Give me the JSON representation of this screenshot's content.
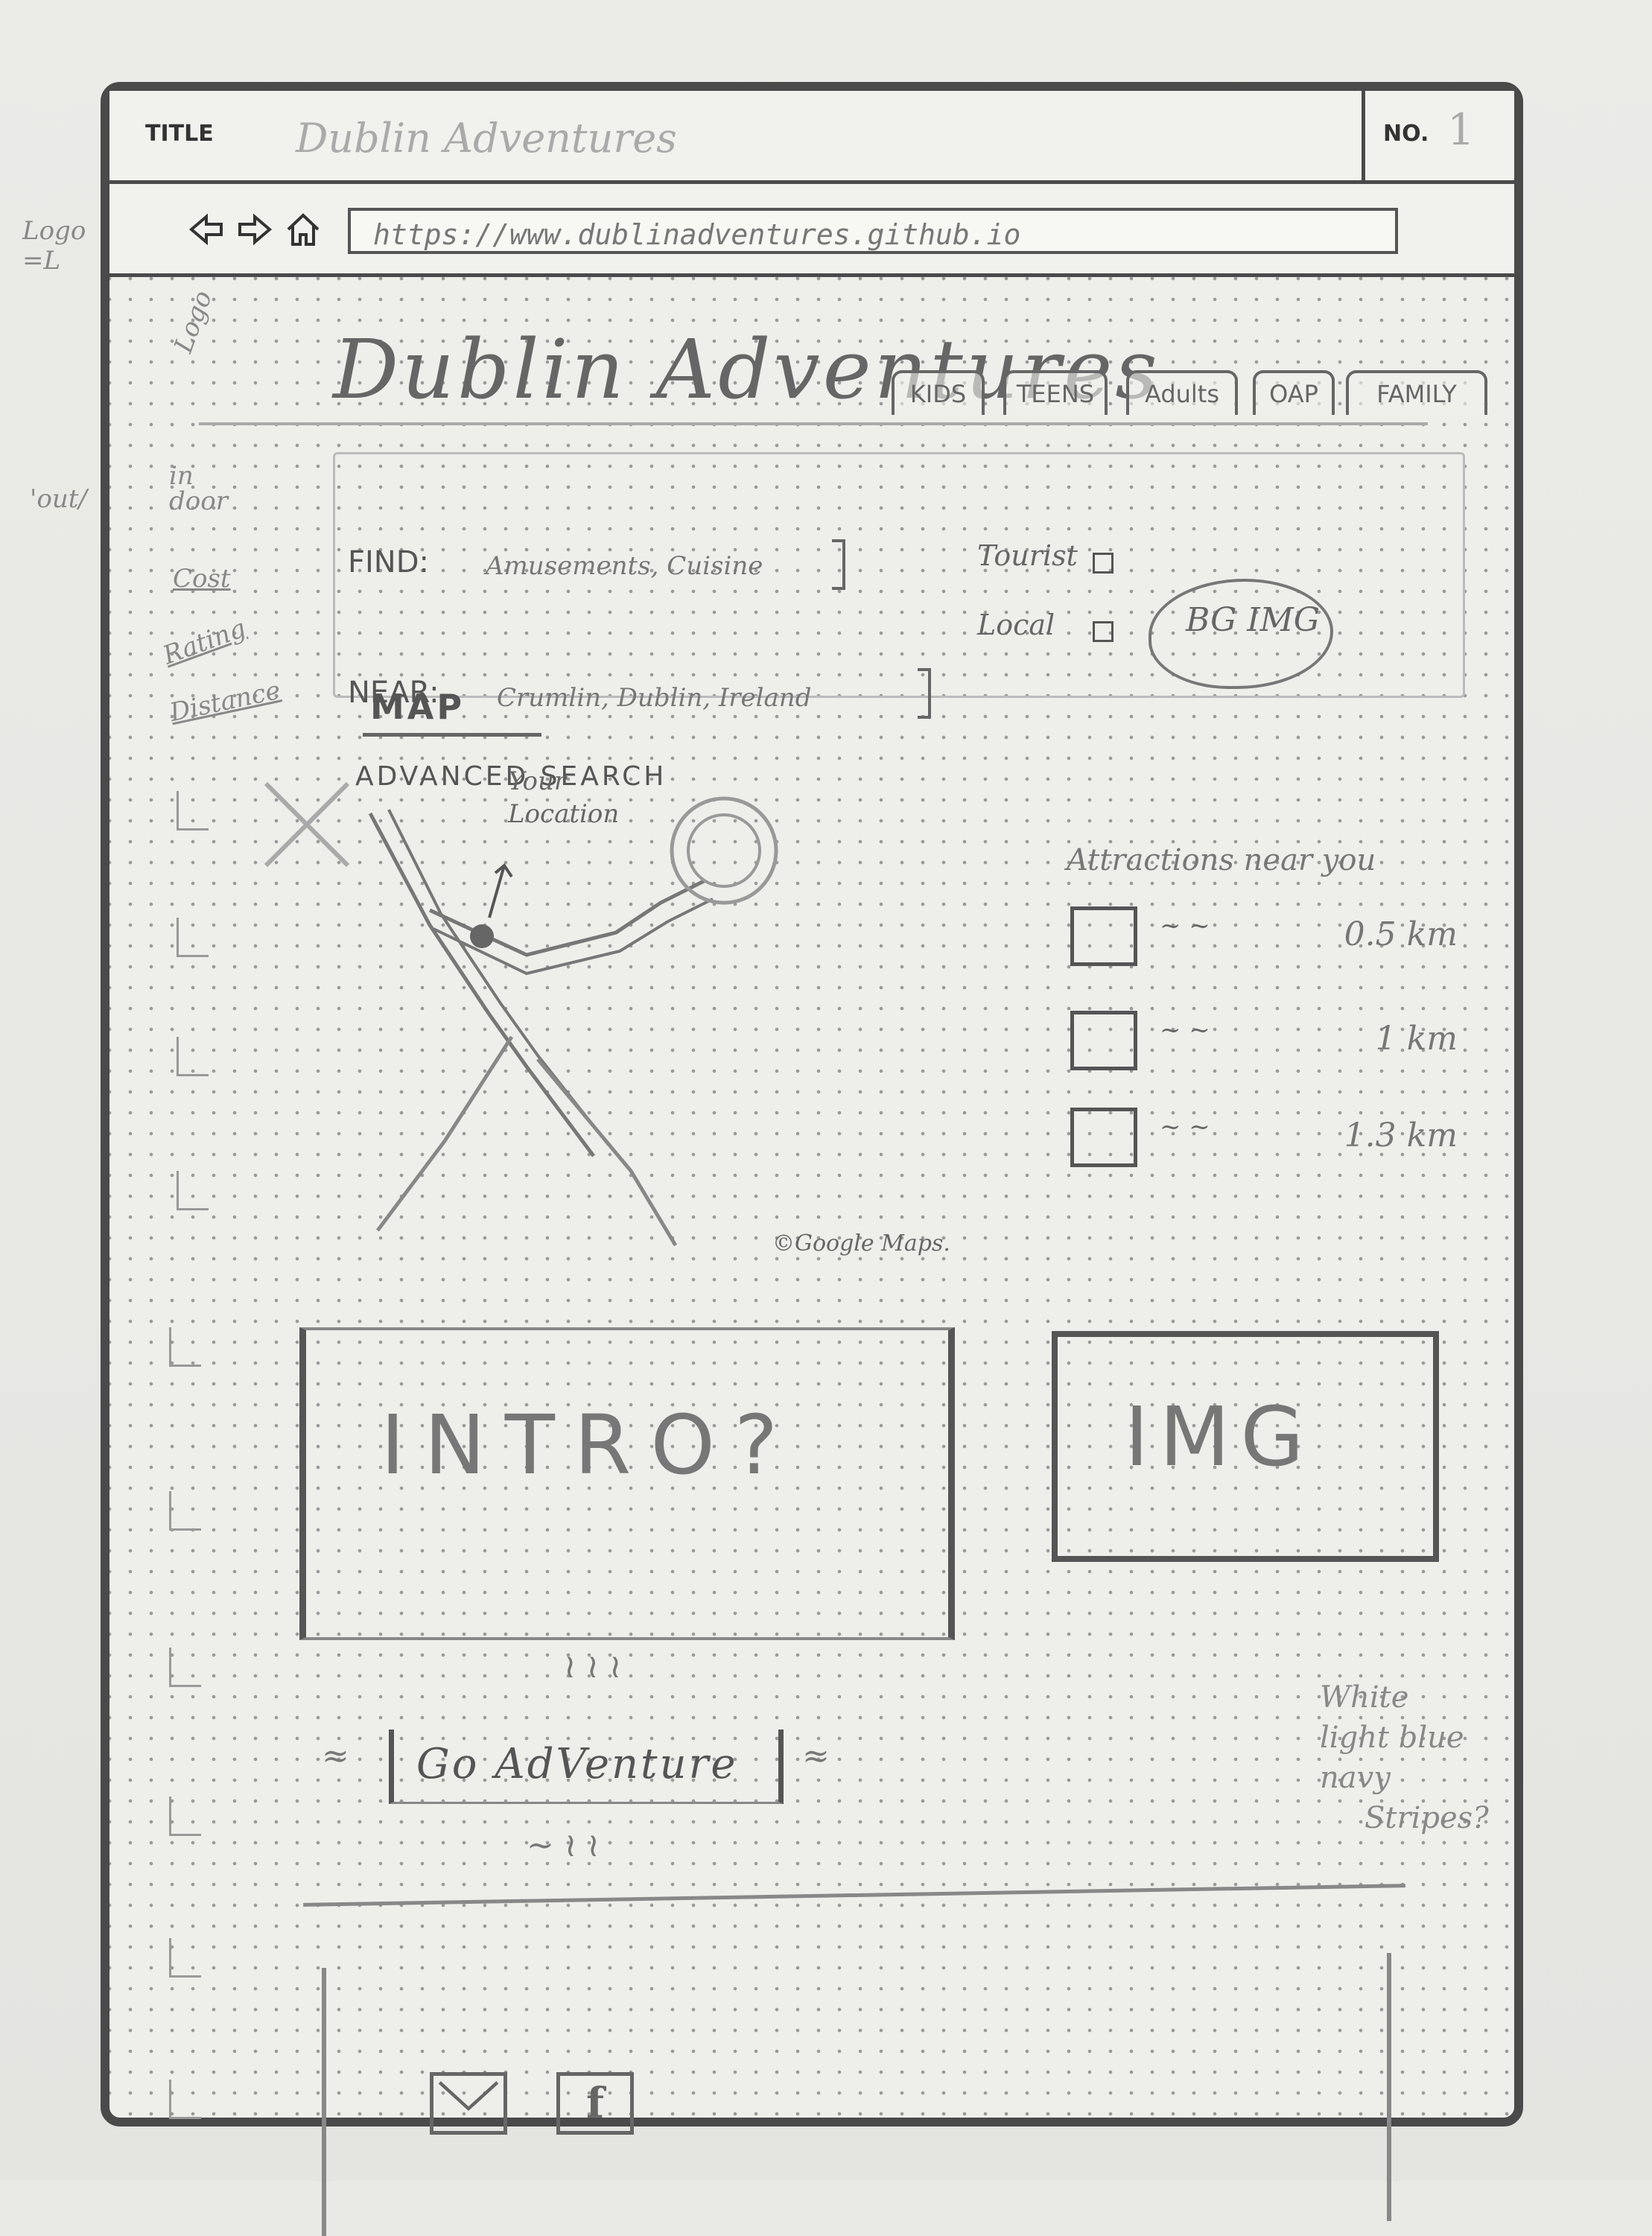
{
  "window": {
    "title_label": "TITLE",
    "title_value": "Dublin Adventures",
    "number_label": "NO.",
    "number_value": "1",
    "url": "https://www.dublinadventures.github.io"
  },
  "margin_notes": {
    "logo_top": "Logo =L",
    "logo_side": "Logo",
    "side_l": "L",
    "out": "'out/",
    "in_door": "in door",
    "cost": "Cost",
    "rating": "Rating",
    "distance": "Distance"
  },
  "header": {
    "logo": "Dublin Adventures",
    "tabs": [
      "KIDS",
      "TEENS",
      "Adults",
      "OAP",
      "FAMILY"
    ]
  },
  "search": {
    "find_label": "FIND:",
    "find_value": "Amusements, Cuisine",
    "near_label": "NEAR:",
    "near_value": "Crumlin, Dublin, Ireland",
    "advanced_label": "ADVANCED SEARCH",
    "tourist_label": "Tourist",
    "local_label": "Local",
    "bg_note": "BG IMG"
  },
  "map": {
    "label": "MAP",
    "location_label": "Your Location",
    "credit": "©Google Maps."
  },
  "attractions": {
    "title": "Attractions near you",
    "items": [
      {
        "text": "~ ~",
        "distance": "0.5 km"
      },
      {
        "text": "~ ~",
        "distance": "1 km"
      },
      {
        "text": "~ ~",
        "distance": "1.3 km"
      }
    ]
  },
  "intro": {
    "text": "INTRO?"
  },
  "image_placeholder": {
    "text": "IMG"
  },
  "cta": {
    "label": "Go AdVenture"
  },
  "color_note": {
    "line1": "White",
    "line2": "light blue",
    "line3": "navy",
    "line4": "Stripes?"
  },
  "footer": {
    "icons": [
      "mail-icon",
      "facebook-icon"
    ],
    "facebook_glyph": "f"
  }
}
